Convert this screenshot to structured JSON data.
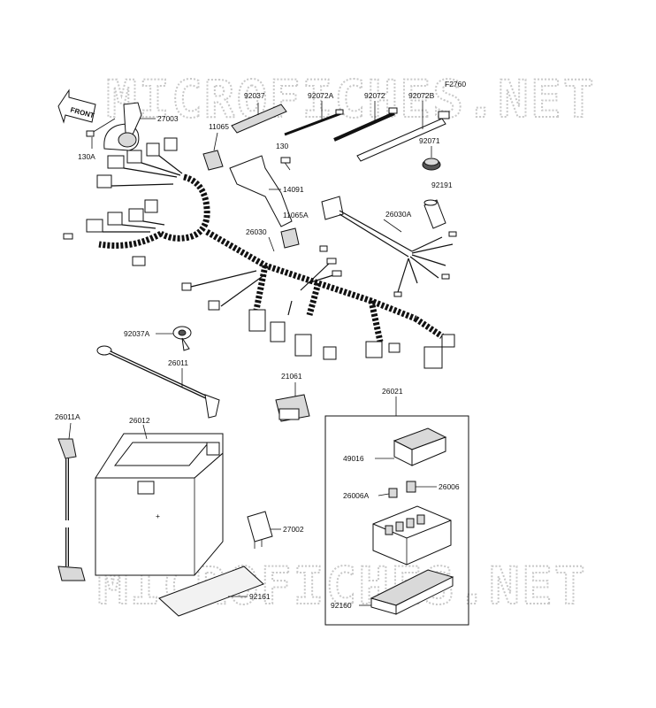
{
  "figure_code": "F2760",
  "watermark": "MICROFICHES.NET",
  "front_arrow_text": "FRONT",
  "labels": {
    "p92037": "92037",
    "p92072A": "92072A",
    "p92072": "92072",
    "p92072B": "92072B",
    "p27003": "27003",
    "p11065": "11065",
    "p130A": "130A",
    "p130": "130",
    "p92071": "92071",
    "p14091": "14091",
    "p92191": "92191",
    "p11065A": "11065A",
    "p26030A": "26030A",
    "p26030": "26030",
    "p92037A": "92037A",
    "p26011": "26011",
    "p21061": "21061",
    "p26021": "26021",
    "p26011A": "26011A",
    "p26012": "26012",
    "p49016": "49016",
    "p26006A": "26006A",
    "p26006": "26006",
    "p27002": "27002",
    "p92161": "92161",
    "p92160": "92160"
  }
}
